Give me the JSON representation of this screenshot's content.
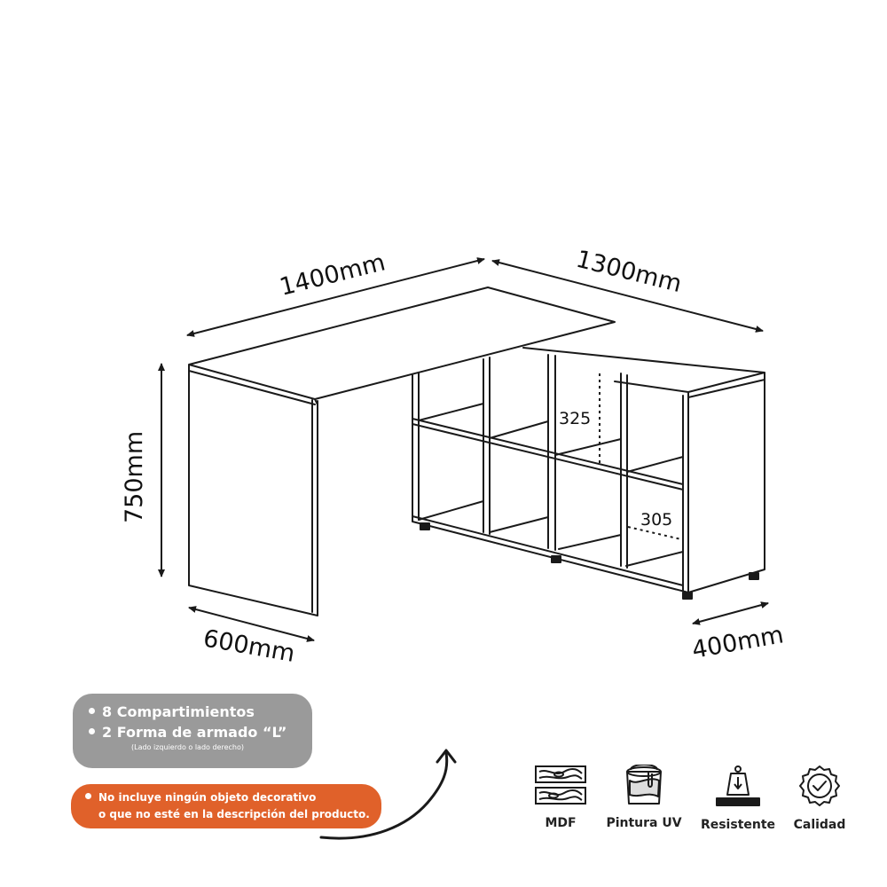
{
  "dimensions": {
    "width_left": "1400mm",
    "width_right": "1300mm",
    "height": "750mm",
    "depth_left": "600mm",
    "depth_right": "400mm",
    "cube_height": "325",
    "cube_depth": "305"
  },
  "info_box": {
    "line1": "8 Compartimientos",
    "line2": "2 Forma de armado “L”",
    "line2_note": "(Lado izquierdo o lado derecho)"
  },
  "disclaimer": {
    "line1": "No incluye ningún objeto decorativo",
    "line2": "o que no esté en la descripción del producto."
  },
  "features": [
    {
      "icon": "wood-grain-icon",
      "label": "MDF"
    },
    {
      "icon": "paint-can-icon",
      "label": "Pintura UV"
    },
    {
      "icon": "weight-icon",
      "label": "Resistente"
    },
    {
      "icon": "quality-seal-icon",
      "label": "Calidad"
    }
  ],
  "colors": {
    "gray_box": "#9a9a9a",
    "orange_box": "#e0612a",
    "line": "#1a1a1a"
  }
}
